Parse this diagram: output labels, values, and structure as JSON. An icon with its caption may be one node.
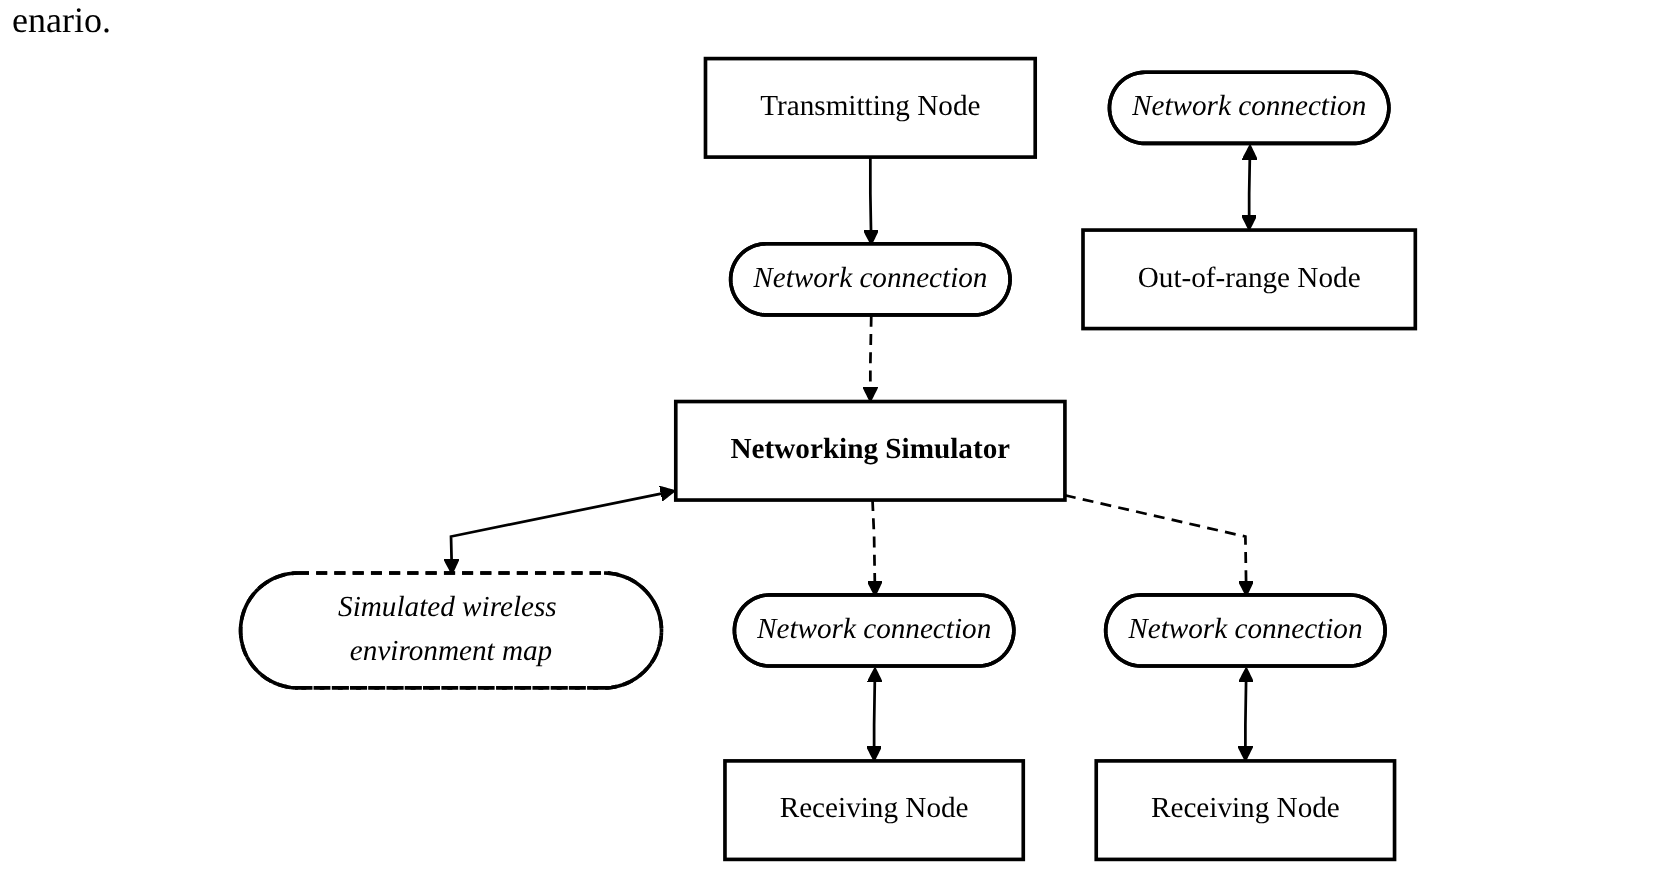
{
  "diagram": {
    "nodes": [
      {
        "text": [
          "Transmitting Node"
        ]
      },
      {
        "text": [
          "Networking Simulator"
        ]
      },
      {
        "text": [
          "Simulated wireless environment map"
        ]
      },
      {
        "text": [
          "Network connection"
        ]
      },
      {
        "text": [
          "Network connection"
        ]
      },
      {
        "text": [
          "Network connection"
        ]
      },
      {
        "text": [
          "Network connection"
        ]
      },
      {
        "text": [
          "Receiving Node"
        ]
      },
      {
        "text": [
          "Receiving Node"
        ]
      },
      {
        "text": [
          "Out-of-range Node"
        ]
      }
    ],
    "edges": [
      {
        "from": 0,
        "to": 3,
        "arrow": "to"
      },
      {
        "from": 3,
        "to": 1,
        "arrow": "to",
        "style": "dashed"
      },
      {
        "from": 1,
        "to": 2,
        "arrow": "both"
      },
      {
        "from": 1,
        "to": 4,
        "arrow": "to",
        "style": "dashed"
      },
      {
        "from": 1,
        "to": 5,
        "arrow": "to",
        "style": "dashed"
      },
      {
        "from": 4,
        "to": 7,
        "arrow": "both"
      },
      {
        "from": 5,
        "to": 8,
        "arrow": "both"
      },
      {
        "from": 6,
        "to": 9,
        "arrow": "both"
      }
    ],
    "labels": [
      "enario."
    ]
  }
}
